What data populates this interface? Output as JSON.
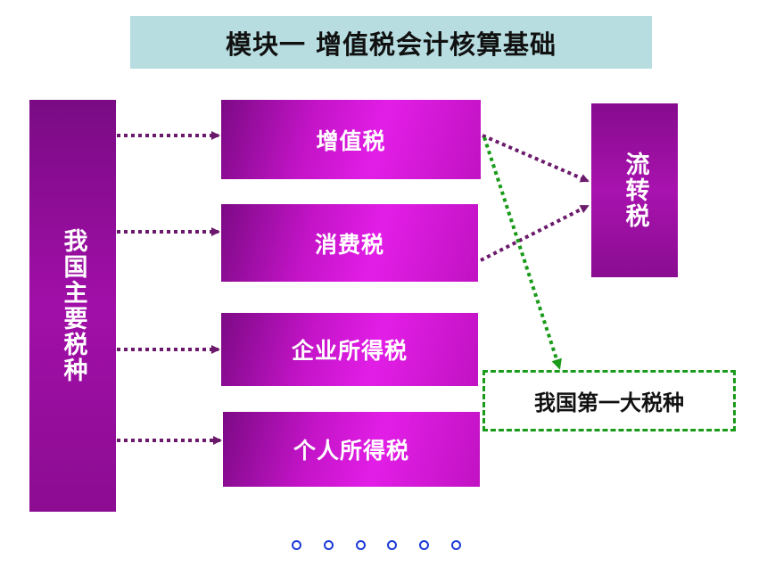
{
  "title": "模块一 增值税会计核算基础",
  "main_taxes_label": "我国主要税种",
  "taxes": [
    {
      "label": "增值税"
    },
    {
      "label": "消费税"
    },
    {
      "label": "企业所得税"
    },
    {
      "label": "个人所得税"
    }
  ],
  "turnover_tax_label": "流转税",
  "largest_tax_label": "我国第一大税种",
  "colors": {
    "title_bg": "#b7dde1",
    "box_purple": "#c414c8",
    "arrow_purple": "#6b1a6b",
    "arrow_green": "#1a9a1a",
    "dot_blue": "#1b39d8"
  }
}
